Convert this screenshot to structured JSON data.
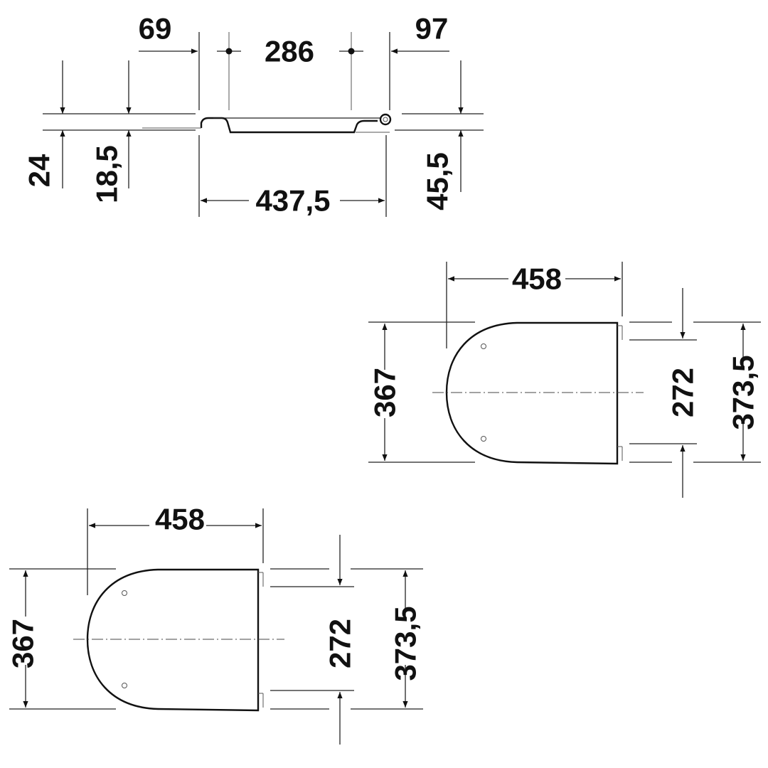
{
  "side_view": {
    "dims": {
      "hinge_offset_left": "69",
      "fixing_spacing": "286",
      "hinge_offset_right": "97",
      "total_height": "24",
      "seat_height": "18,5",
      "overall_length": "437,5",
      "hinge_height": "45,5"
    }
  },
  "plan_view_right": {
    "dims": {
      "width": "458",
      "length": "367",
      "inner_length": "272",
      "overall_length": "373,5"
    }
  },
  "plan_view_left": {
    "dims": {
      "width": "458",
      "length": "367",
      "inner_length": "272",
      "overall_length": "373,5"
    }
  },
  "colors": {
    "line": "#111111",
    "background": "#ffffff"
  }
}
